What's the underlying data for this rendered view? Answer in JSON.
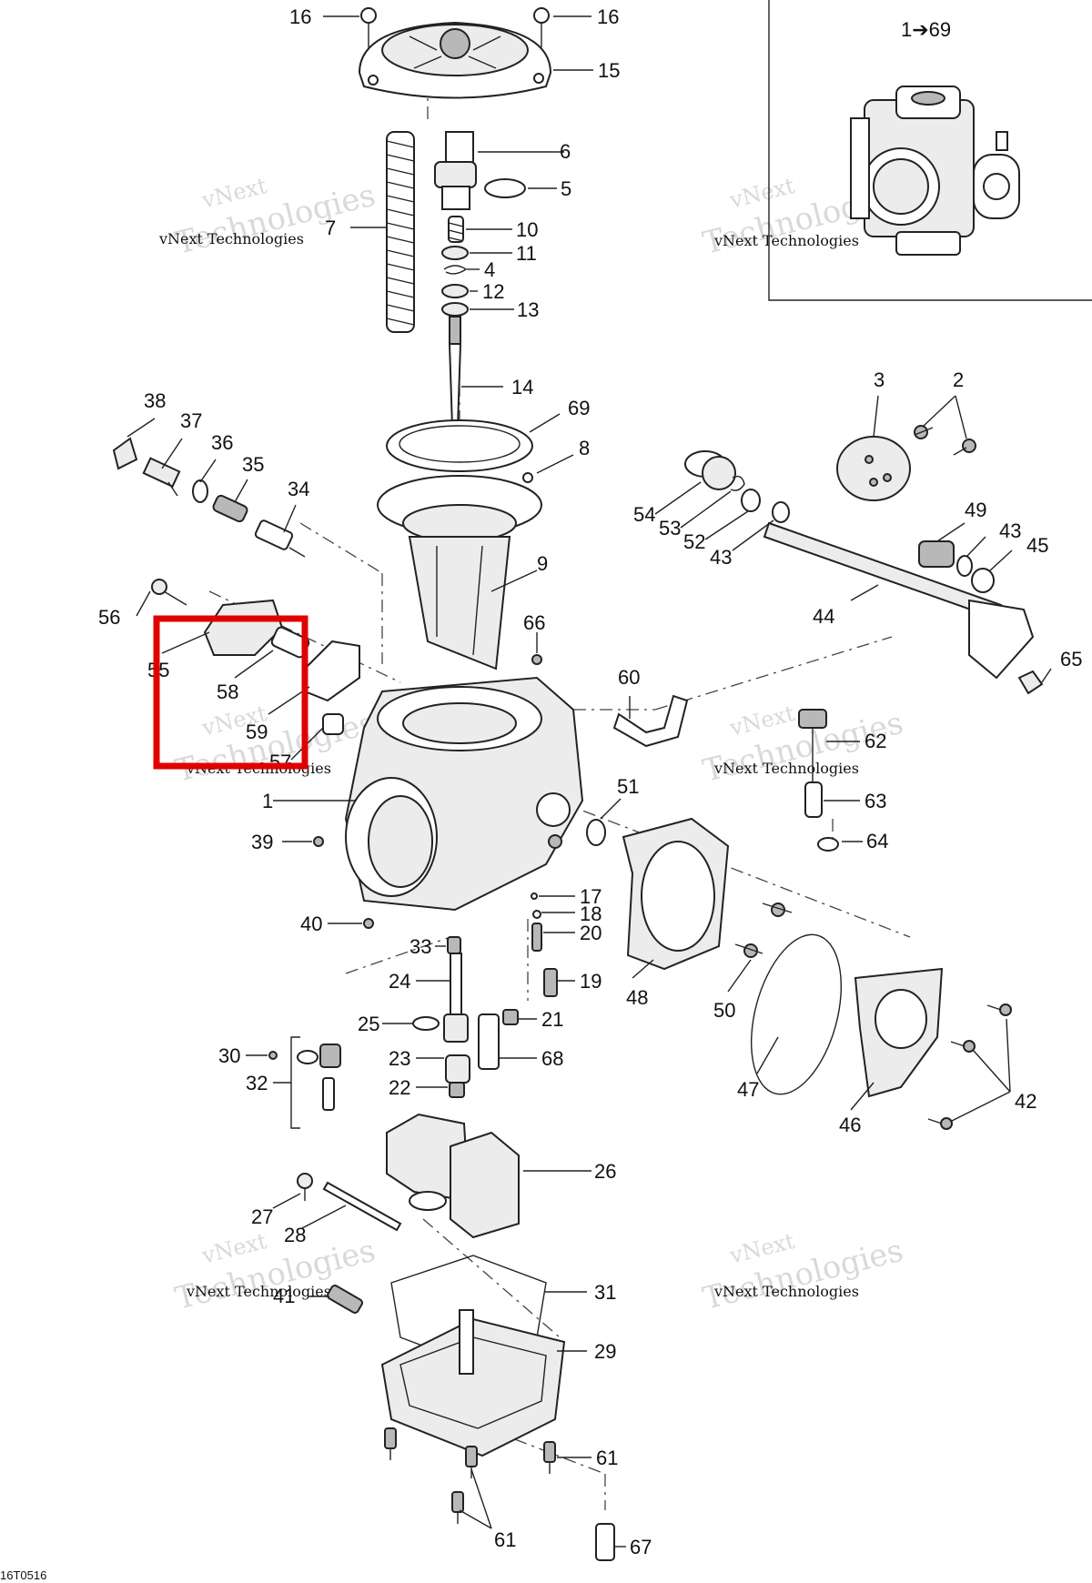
{
  "diagram": {
    "drawing_code": "16T0516",
    "inset_label": "1➔69",
    "highlight_color": "#e00000",
    "watermark": {
      "line1": "vNext Technologies",
      "line2": "vNext",
      "line3": "Technologies"
    },
    "labels": [
      {
        "id": "16a",
        "text": "16"
      },
      {
        "id": "16b",
        "text": "16"
      },
      {
        "id": "15",
        "text": "15"
      },
      {
        "id": "6",
        "text": "6"
      },
      {
        "id": "5",
        "text": "5"
      },
      {
        "id": "7",
        "text": "7"
      },
      {
        "id": "10",
        "text": "10"
      },
      {
        "id": "11",
        "text": "11"
      },
      {
        "id": "4",
        "text": "4"
      },
      {
        "id": "12",
        "text": "12"
      },
      {
        "id": "13",
        "text": "13"
      },
      {
        "id": "14",
        "text": "14"
      },
      {
        "id": "69",
        "text": "69"
      },
      {
        "id": "8",
        "text": "8"
      },
      {
        "id": "9",
        "text": "9"
      },
      {
        "id": "38",
        "text": "38"
      },
      {
        "id": "37",
        "text": "37"
      },
      {
        "id": "36",
        "text": "36"
      },
      {
        "id": "35",
        "text": "35"
      },
      {
        "id": "34",
        "text": "34"
      },
      {
        "id": "56",
        "text": "56"
      },
      {
        "id": "55",
        "text": "55"
      },
      {
        "id": "58",
        "text": "58"
      },
      {
        "id": "59",
        "text": "59"
      },
      {
        "id": "57",
        "text": "57"
      },
      {
        "id": "66",
        "text": "66"
      },
      {
        "id": "1",
        "text": "1"
      },
      {
        "id": "39",
        "text": "39"
      },
      {
        "id": "40",
        "text": "40"
      },
      {
        "id": "3",
        "text": "3"
      },
      {
        "id": "2",
        "text": "2"
      },
      {
        "id": "54",
        "text": "54"
      },
      {
        "id": "53",
        "text": "53"
      },
      {
        "id": "52",
        "text": "52"
      },
      {
        "id": "43a",
        "text": "43"
      },
      {
        "id": "49",
        "text": "49"
      },
      {
        "id": "43b",
        "text": "43"
      },
      {
        "id": "45",
        "text": "45"
      },
      {
        "id": "44",
        "text": "44"
      },
      {
        "id": "65",
        "text": "65"
      },
      {
        "id": "60",
        "text": "60"
      },
      {
        "id": "62",
        "text": "62"
      },
      {
        "id": "63",
        "text": "63"
      },
      {
        "id": "64",
        "text": "64"
      },
      {
        "id": "51",
        "text": "51"
      },
      {
        "id": "17",
        "text": "17"
      },
      {
        "id": "18",
        "text": "18"
      },
      {
        "id": "20",
        "text": "20"
      },
      {
        "id": "19",
        "text": "19"
      },
      {
        "id": "33",
        "text": "33"
      },
      {
        "id": "24",
        "text": "24"
      },
      {
        "id": "25",
        "text": "25"
      },
      {
        "id": "21",
        "text": "21"
      },
      {
        "id": "23",
        "text": "23"
      },
      {
        "id": "68",
        "text": "68"
      },
      {
        "id": "22",
        "text": "22"
      },
      {
        "id": "30",
        "text": "30"
      },
      {
        "id": "32",
        "text": "32"
      },
      {
        "id": "48",
        "text": "48"
      },
      {
        "id": "50",
        "text": "50"
      },
      {
        "id": "47",
        "text": "47"
      },
      {
        "id": "46",
        "text": "46"
      },
      {
        "id": "42",
        "text": "42"
      },
      {
        "id": "26",
        "text": "26"
      },
      {
        "id": "27",
        "text": "27"
      },
      {
        "id": "28",
        "text": "28"
      },
      {
        "id": "41",
        "text": "41"
      },
      {
        "id": "31",
        "text": "31"
      },
      {
        "id": "29",
        "text": "29"
      },
      {
        "id": "61a",
        "text": "61"
      },
      {
        "id": "61b",
        "text": "61"
      },
      {
        "id": "67b",
        "text": "67"
      }
    ]
  }
}
